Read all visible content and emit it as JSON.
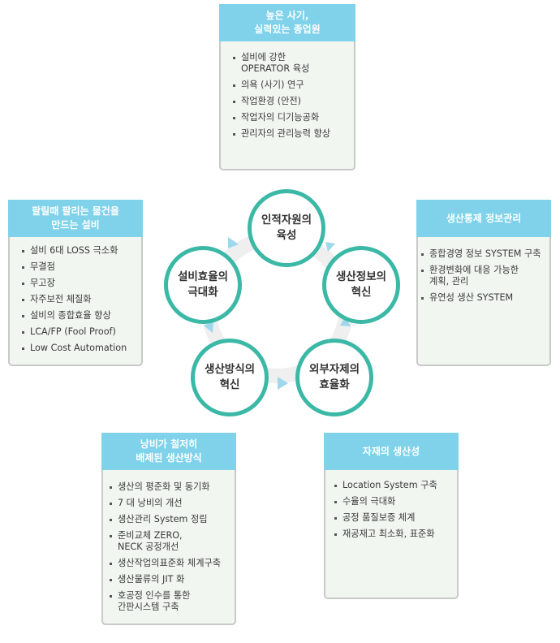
{
  "colors": {
    "header": "#7fd2ea",
    "card_bg": "#f1f6f1",
    "card_border": "#c9c9c9",
    "node_border": "#3bb8a6",
    "arrow": "#9fd8ec",
    "ring": "#eeeeee"
  },
  "cycle": {
    "top": [
      "인적자원의",
      "육성"
    ],
    "right": [
      "생산정보의",
      "혁신"
    ],
    "bottom_right": [
      "외부자제의",
      "효율화"
    ],
    "bottom_left": [
      "생산방식의",
      "혁신"
    ],
    "left": [
      "설비효율의",
      "극대화"
    ]
  },
  "panels": {
    "top": {
      "title": [
        "높은 사기,",
        "실력있는 종업원"
      ],
      "items": [
        [
          "설비에 강한",
          "OPERATOR 육성"
        ],
        [
          "의욕 (사기) 연구"
        ],
        [
          "작업환경 (안전)"
        ],
        [
          "작업자의 디기능공화"
        ],
        [
          "관리자의 관리능력 향상"
        ]
      ]
    },
    "left": {
      "title": [
        "팔릴때 팔리는 물건을",
        "만드는 설비"
      ],
      "items": [
        [
          "설비 6대 LOSS 극소화"
        ],
        [
          "무결점"
        ],
        [
          "무고장"
        ],
        [
          "자주보전 체질화"
        ],
        [
          "설비의 종합효율 향상"
        ],
        [
          "LCA/FP (Fool Proof)"
        ],
        [
          "Low Cost Automation"
        ]
      ]
    },
    "right": {
      "title": [
        "생산통제 정보관리"
      ],
      "items": [
        [
          "종합경영 정보 SYSTEM 구축"
        ],
        [
          "환경변화에 대응 가능한",
          "계획, 관리"
        ],
        [
          "유연성 생산 SYSTEM"
        ]
      ]
    },
    "bottom_left": {
      "title": [
        "낭비가 철저히",
        "배제된 생산방식"
      ],
      "items": [
        [
          "생산의 평준화 및 동기화"
        ],
        [
          "7 대 낭비의 개선"
        ],
        [
          "생산관리 System 정립"
        ],
        [
          "준비교체 ZERO,",
          "NECK 공정개선"
        ],
        [
          "생산작업의표준화 체계구축"
        ],
        [
          "생산물류의 JIT 화"
        ],
        [
          "호공정 인수를 통한",
          "간판시스템 구축"
        ]
      ]
    },
    "bottom_right": {
      "title": [
        "자재의 생산성"
      ],
      "items": [
        [
          "Location System 구축"
        ],
        [
          "수율의 극대화"
        ],
        [
          "공정 품질보증 체계"
        ],
        [
          "재공재고 최소화, 표준화"
        ]
      ]
    }
  }
}
